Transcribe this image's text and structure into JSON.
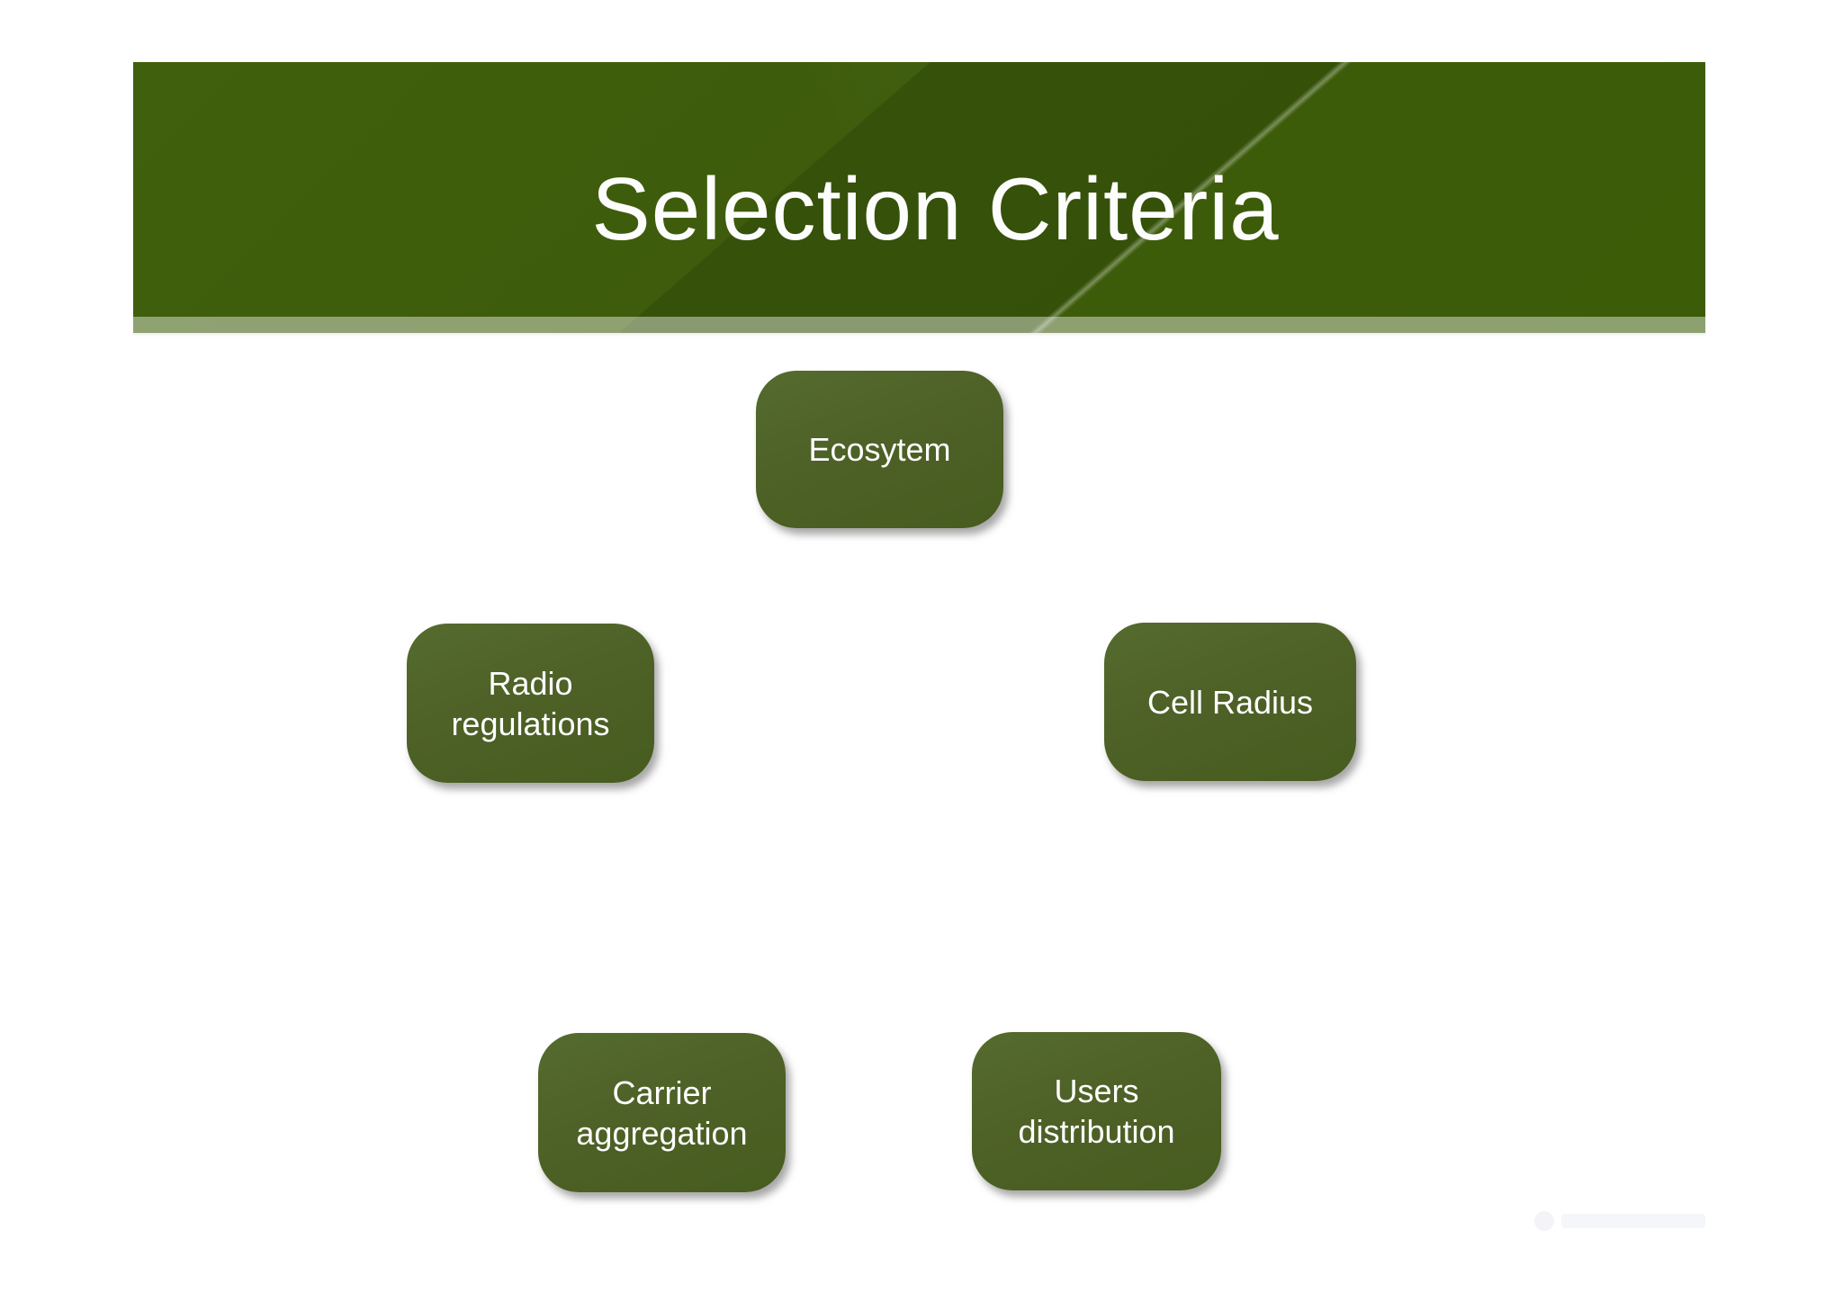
{
  "slide": {
    "title": "Selection Criteria",
    "background_color": "#ffffff",
    "header_color": "#3e5c0c",
    "header_strip_color": "#8aa162",
    "box_color": "#4e6127",
    "box_text_color": "#ffffff",
    "title_color": "#fdfdfd"
  },
  "boxes": [
    {
      "label": "Ecosytem"
    },
    {
      "label": "Radio regulations"
    },
    {
      "label": "Cell Radius"
    },
    {
      "label": "Carrier aggregation"
    },
    {
      "label": "Users distribution"
    }
  ]
}
